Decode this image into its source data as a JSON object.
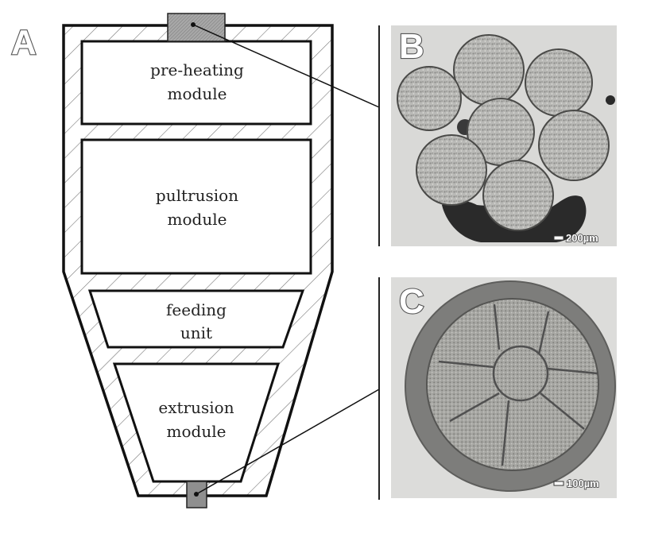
{
  "panels": {
    "a": {
      "letter": "A"
    },
    "b": {
      "letter": "B",
      "scale_bar": "200µm"
    },
    "c": {
      "letter": "C",
      "scale_bar": "100µm"
    }
  },
  "modules": {
    "preheating": {
      "line1": "pre-heating",
      "line2": "module"
    },
    "pultrusion": {
      "line1": "pultrusion",
      "line2": "module"
    },
    "feeding": {
      "line1": "feeding",
      "line2": "unit"
    },
    "extrusion": {
      "line1": "extrusion",
      "line2": "module"
    }
  },
  "colors": {
    "outline": "#111111",
    "hatch": "#777777",
    "nozzle": "#9a9a9a",
    "micrograph_bg_b": "#d9d9d7",
    "micrograph_bg_c": "#dcdcda",
    "resin_dark": "#2a2a2a"
  }
}
